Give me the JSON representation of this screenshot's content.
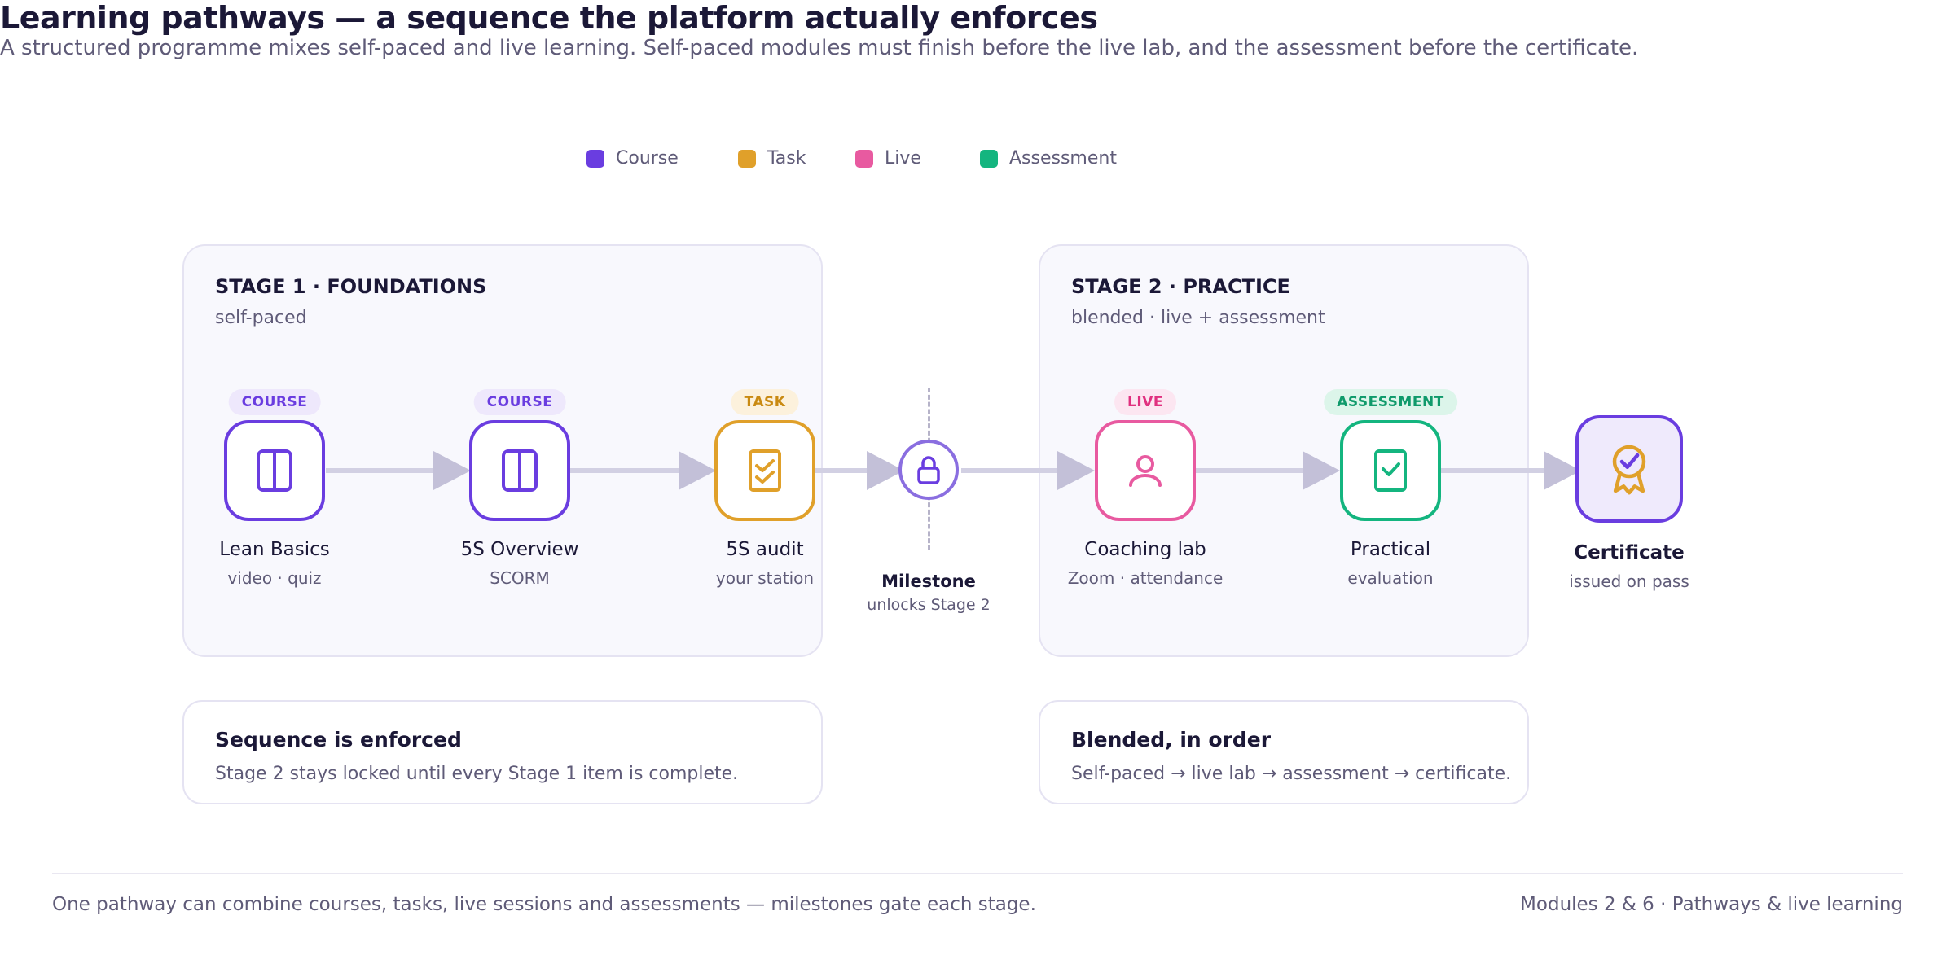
{
  "header": {
    "title": "Learning pathways — a sequence the platform actually enforces",
    "subtitle": "A structured programme mixes self-paced and live learning. Self-paced modules must finish before the live lab, and the assessment before the certificate."
  },
  "legend": [
    {
      "label": "Course",
      "color": "#6a3de0"
    },
    {
      "label": "Task",
      "color": "#e0a02a"
    },
    {
      "label": "Live",
      "color": "#e85aa0"
    },
    {
      "label": "Assessment",
      "color": "#14b57f"
    }
  ],
  "stages": [
    {
      "title": "STAGE 1 · FOUNDATIONS",
      "subtitle": "self-paced"
    },
    {
      "title": "STAGE 2 · PRACTICE",
      "subtitle": "blended · live + assessment"
    }
  ],
  "nodes": [
    {
      "badge": "COURSE",
      "label": "Lean Basics",
      "sub": "video · quiz",
      "icon": "book-icon",
      "color": "#6a3de0",
      "badge_bg": "#eee8fc"
    },
    {
      "badge": "COURSE",
      "label": "5S Overview",
      "sub": "SCORM",
      "icon": "book-icon",
      "color": "#6a3de0",
      "badge_bg": "#eee8fc"
    },
    {
      "badge": "TASK",
      "label": "5S audit",
      "sub": "your station",
      "icon": "checklist-icon",
      "color": "#e0a02a",
      "badge_bg": "#fcf1dc"
    },
    {
      "badge": "LIVE",
      "label": "Coaching lab",
      "sub": "Zoom · attendance",
      "icon": "person-icon",
      "color": "#e85aa0",
      "badge_bg": "#fce6f1"
    },
    {
      "badge": "ASSESSMENT",
      "label": "Practical",
      "sub": "evaluation",
      "icon": "check-doc-icon",
      "color": "#14b57f",
      "badge_bg": "#dcf5ea"
    }
  ],
  "milestone": {
    "label": "Milestone",
    "sub": "unlocks Stage 2",
    "icon": "lock-icon",
    "color": "#8a6ee0"
  },
  "certificate": {
    "label": "Certificate",
    "sub": "issued on pass",
    "icon": "award-icon",
    "color": "#6a3de0",
    "ribbon_color": "#e0a02a"
  },
  "notes": [
    {
      "title": "Sequence is enforced",
      "body": "Stage 2 stays locked until every Stage 1 item is complete."
    },
    {
      "title": "Blended, in order",
      "body": "Self-paced → live lab → assessment → certificate."
    }
  ],
  "footer": {
    "left": "One pathway can combine courses, tasks, live sessions and assessments — milestones gate each stage.",
    "right": "Modules 2 & 6 · Pathways & live learning"
  }
}
